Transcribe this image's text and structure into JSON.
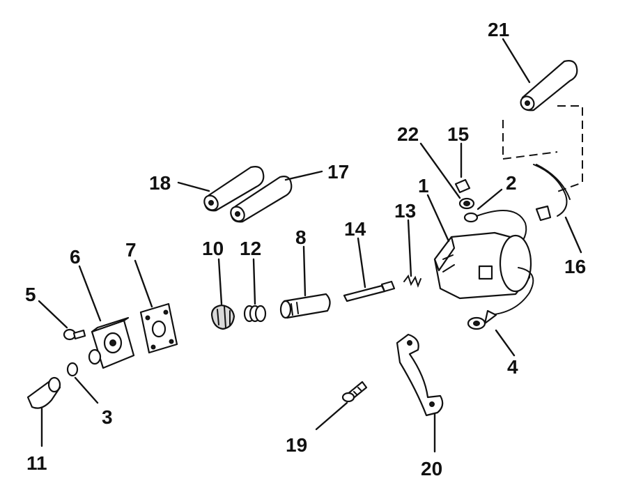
{
  "diagram": {
    "callouts": [
      {
        "id": "1",
        "label": "1"
      },
      {
        "id": "2",
        "label": "2"
      },
      {
        "id": "3",
        "label": "3"
      },
      {
        "id": "4",
        "label": "4"
      },
      {
        "id": "5",
        "label": "5"
      },
      {
        "id": "6",
        "label": "6"
      },
      {
        "id": "7",
        "label": "7"
      },
      {
        "id": "8",
        "label": "8"
      },
      {
        "id": "10",
        "label": "10"
      },
      {
        "id": "11",
        "label": "11"
      },
      {
        "id": "12",
        "label": "12"
      },
      {
        "id": "13",
        "label": "13"
      },
      {
        "id": "14",
        "label": "14"
      },
      {
        "id": "15",
        "label": "15"
      },
      {
        "id": "16",
        "label": "16"
      },
      {
        "id": "17",
        "label": "17"
      },
      {
        "id": "18",
        "label": "18"
      },
      {
        "id": "19",
        "label": "19"
      },
      {
        "id": "20",
        "label": "20"
      },
      {
        "id": "21",
        "label": "21"
      },
      {
        "id": "22",
        "label": "22"
      }
    ]
  }
}
